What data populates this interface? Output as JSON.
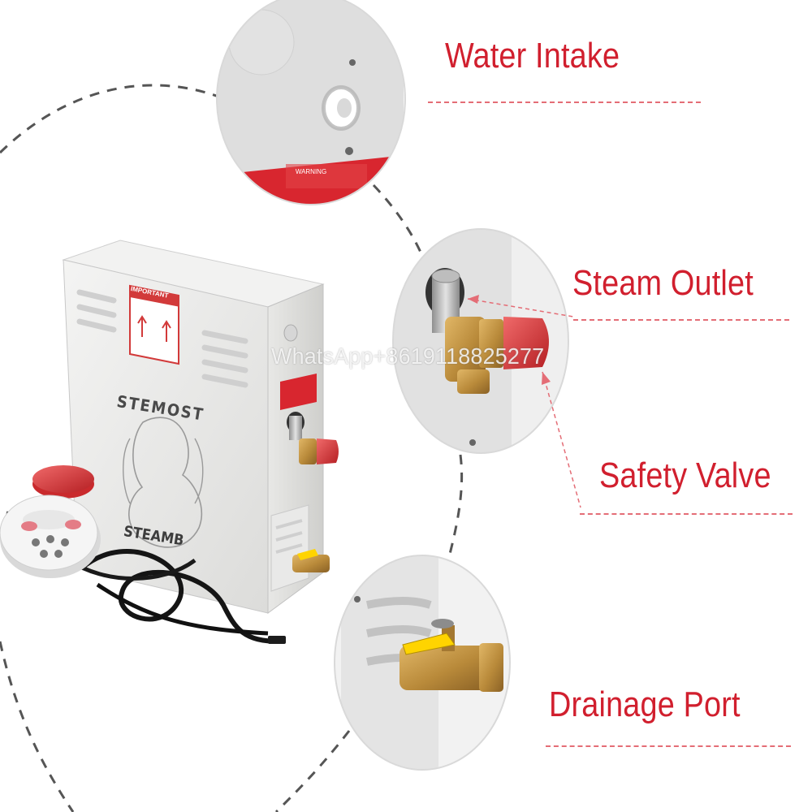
{
  "callouts": {
    "water_intake": "Water Intake",
    "steam_outlet": "Steam Outlet",
    "safety_valve": "Safety Valve",
    "drainage_port": "Drainage Port"
  },
  "product": {
    "brand": "STEMOST",
    "model_text": "STEAMB",
    "warning_text": "WARNING",
    "important_label": "IMPORTANT"
  },
  "watermark": "WhatsApp+8619118825277",
  "colors": {
    "label_red": "#d11f2e",
    "dash_red": "#e46d76",
    "panel_gray": "#ededec",
    "brass": "#b98a3a"
  }
}
